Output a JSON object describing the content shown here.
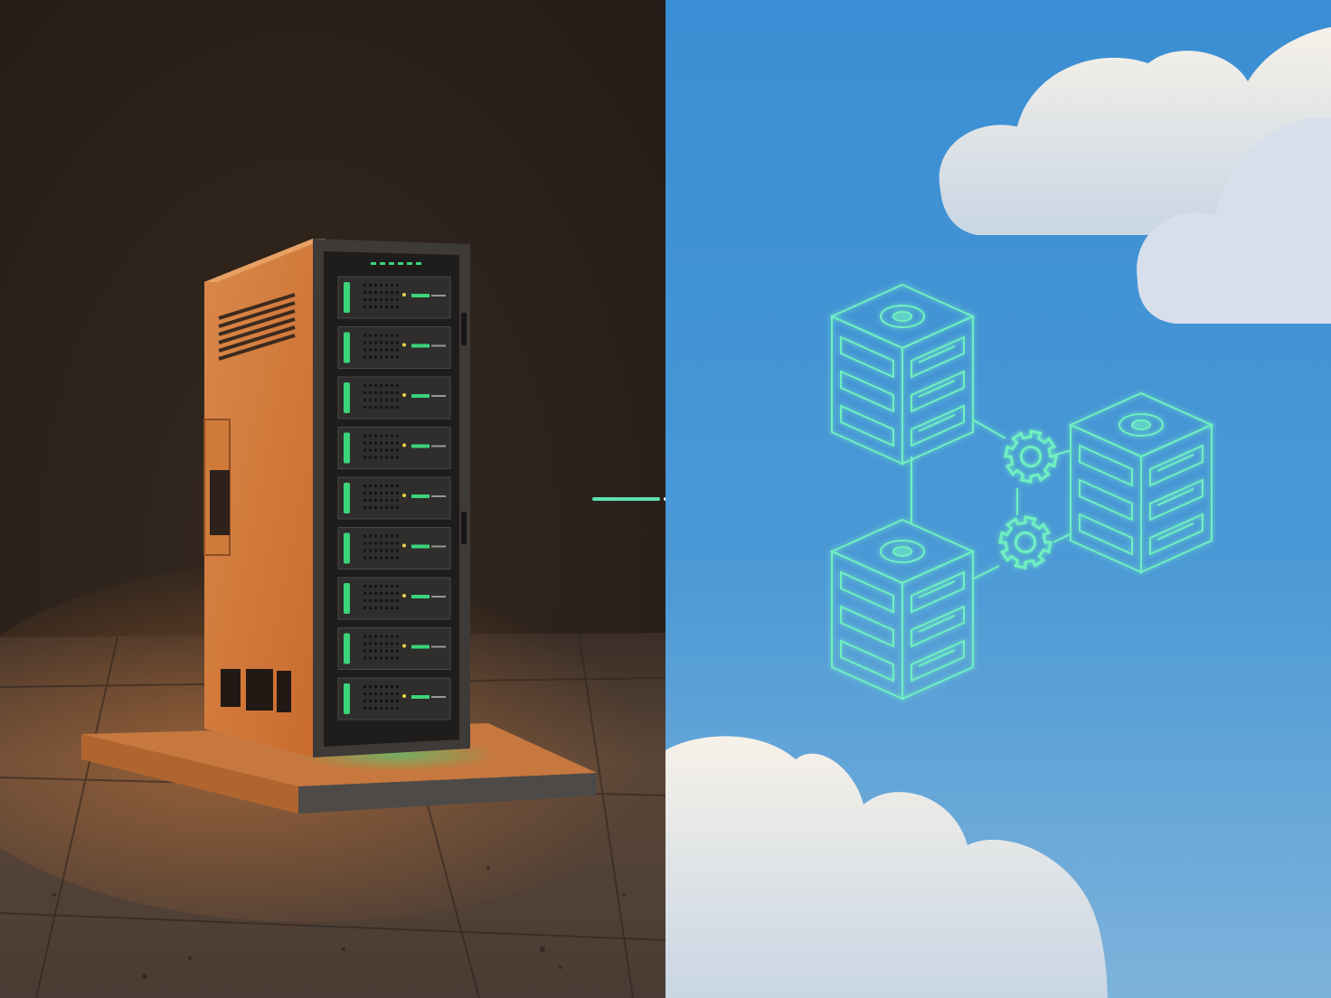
{
  "scene": {
    "left_panel": {
      "icon": "on-premise-server-rack-icon",
      "background_color": "#2b221e",
      "floor_color": "#4a3a30",
      "cabinet_color": "#d7803e",
      "led_color": "#3bd47a",
      "drive_bay_count": 9
    },
    "transition": {
      "icon": "arrow-right-icon",
      "color": "#5ee0b0"
    },
    "right_panel": {
      "icon": "cloud-infrastructure-icon",
      "sky_color_top": "#3a8ed3",
      "sky_color_bottom": "#7db3da",
      "cloud_color": "#f1ebe1",
      "neon_color": "#6ff0c0",
      "server_node_icon": "cloud-server-node-icon",
      "server_node_count": 3,
      "gear_icon": "gear-icon",
      "gear_count": 2
    }
  }
}
